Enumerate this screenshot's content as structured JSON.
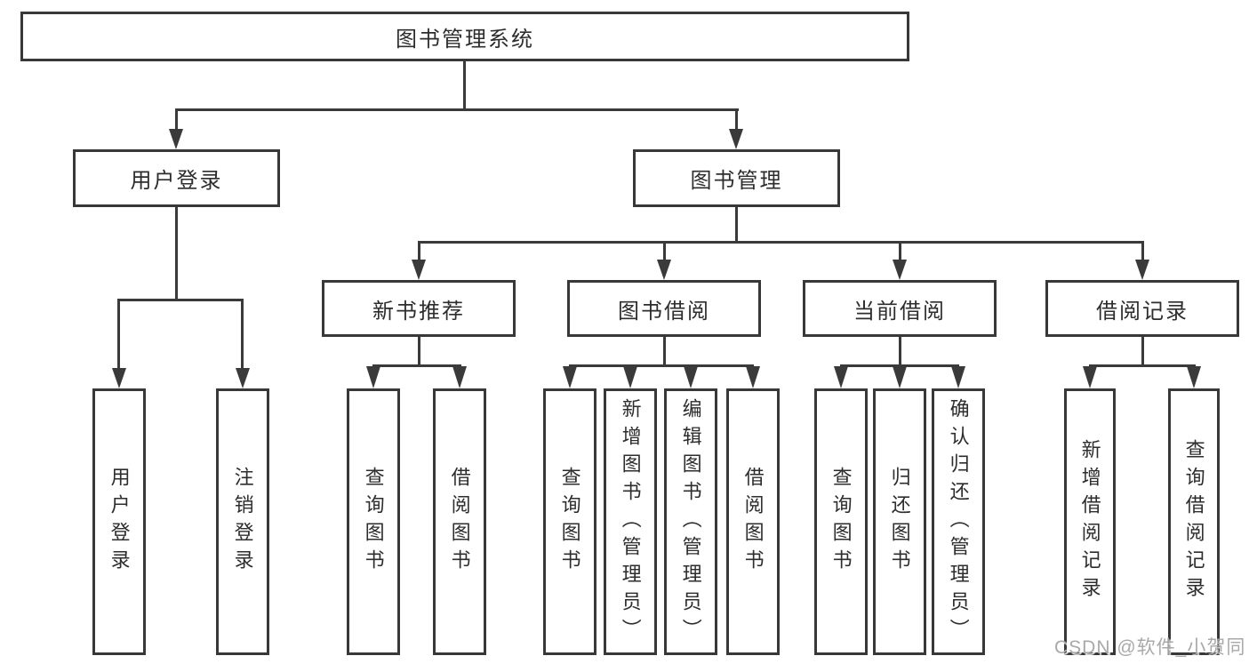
{
  "root": {
    "label": "图书管理系统"
  },
  "branches": {
    "user_login": {
      "label": "用户登录",
      "children": [
        "用户登录",
        "注销登录"
      ]
    },
    "book_management": {
      "label": "图书管理"
    }
  },
  "modules": [
    {
      "label": "新书推荐",
      "children": [
        "查询图书",
        "借阅图书"
      ]
    },
    {
      "label": "图书借阅",
      "children": [
        "查询图书",
        "新增图书（管理员）",
        "编辑图书（管理员）",
        "借阅图书"
      ]
    },
    {
      "label": "当前借阅",
      "children": [
        "查询图书",
        "归还图书",
        "确认归还（管理员）"
      ]
    },
    {
      "label": "借阅记录",
      "children": [
        "新增借阅记录",
        "查询借阅记录"
      ]
    }
  ],
  "watermark": "CSDN @软件_小贺同学",
  "colors": {
    "line": "#3a3a3a",
    "border": "#383838",
    "text": "#2d2d2d",
    "watermark": "#a9a9a9",
    "background": "#ffffff"
  }
}
